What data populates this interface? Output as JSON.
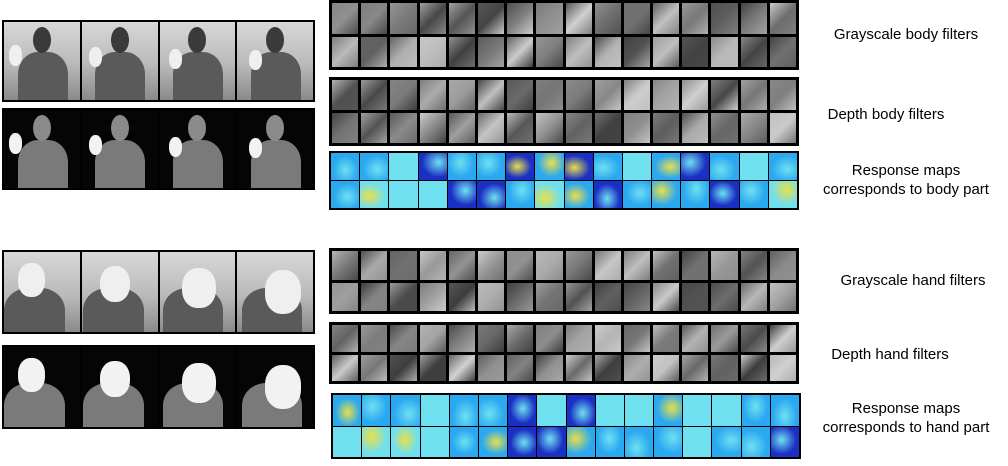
{
  "labels": {
    "gray_body": "Grayscale body filters",
    "depth_body": "Depth body filters",
    "resp_body_line1": "Response maps",
    "resp_body_line2": "corresponds to body part",
    "gray_hand": "Grayscale hand filters",
    "depth_hand": "Depth hand filters",
    "resp_hand_line1": "Response maps",
    "resp_hand_line2": "corresponds to hand part"
  },
  "colors": {
    "response_dark": "#1a2fc4",
    "response_mid": "#2aa8f0",
    "response_light": "#6fe0f0",
    "response_hot": "#e8e04a"
  }
}
